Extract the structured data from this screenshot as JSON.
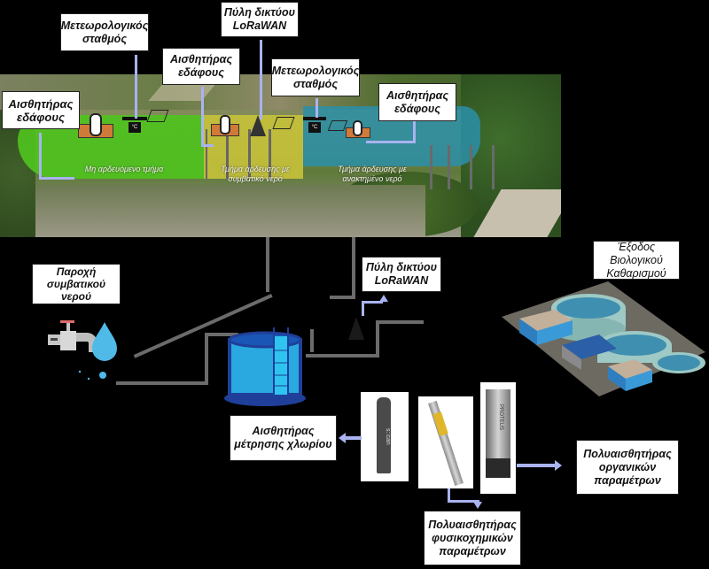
{
  "labels": {
    "soil_sensor_left": [
      "Αισθητήρας",
      "εδάφους"
    ],
    "weather_station_left": [
      "Μετεωρολογικός",
      "σταθμός"
    ],
    "soil_sensor_middle": [
      "Αισθητήρας",
      "εδάφους"
    ],
    "lorawan_gateway_top": [
      "Πύλη δικτύου",
      "LoRaWAN"
    ],
    "weather_station_right": [
      "Μετεωρολογικός",
      "σταθμός"
    ],
    "soil_sensor_right": [
      "Αισθητήρας",
      "εδάφους"
    ],
    "conventional_water_supply": [
      "Παροχή",
      "συμβατικού",
      "νερού"
    ],
    "lorawan_gateway_bottom": [
      "Πύλη δικτύου",
      "LoRaWAN"
    ],
    "biological_treatment_outlet": [
      "Έξοδος",
      "Βιολογικού",
      "Καθαρισμού"
    ],
    "chlorine_sensor": [
      "Αισθητήρας",
      "μέτρησης χλωρίου"
    ],
    "organic_multisensor": [
      "Πολυαισθητήρας",
      "οργανικών",
      "παραμέτρων"
    ],
    "physicochemical_multisensor": [
      "Πολυαισθητήρας",
      "φυσικοχημικών",
      "παραμέτρων"
    ]
  },
  "zones": {
    "non_irrigated": [
      "Μη αρδευόμενο τμήμα"
    ],
    "conventional_irrigation": [
      "Τμήμα άρδευσης με",
      "συμβατικό νερό"
    ],
    "reclaimed_irrigation": [
      "Τμήμα άρδευσης με",
      "ανακτημένο νερό"
    ]
  },
  "sensor_brands": {
    "chlorine": "s::can",
    "organic": "PROTEUS"
  },
  "icons": {
    "soil_sensor": "soil-sensor-icon",
    "weather_station": "weather-station-icon",
    "thermometer": "°C",
    "solar_panel": "solar-panel-icon",
    "antenna": "antenna-tower-icon",
    "tap": "water-tap-icon",
    "tank": "water-tank-icon",
    "treatment_plant": "treatment-plant-icon"
  },
  "colors": {
    "background": "#000000",
    "arrow": "#a9b3f0",
    "pipe": "#6b6b6b",
    "zone_green": "#4fc21e",
    "zone_yellow": "#c8c23a",
    "zone_blue": "#2a8fa8",
    "tank_blue": "#29a9e0",
    "tank_dark": "#1f3f9a"
  }
}
